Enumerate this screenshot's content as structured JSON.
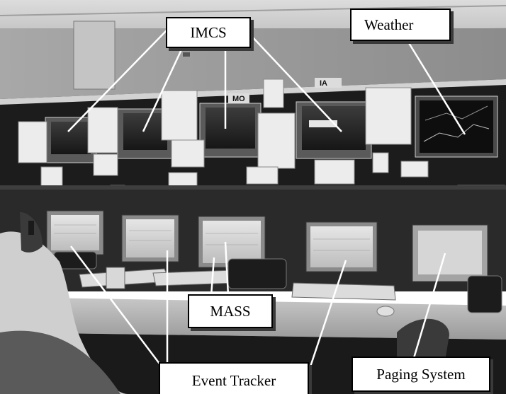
{
  "labels": {
    "imcs": "IMCS",
    "weather": "Weather",
    "mass": "MASS",
    "event_tracker": "Event Tracker",
    "paging_system": "Paging System"
  },
  "station_signs": {
    "sign_1": "IA",
    "sign_2": "MO"
  },
  "colors": {
    "callout_fill": "#ffffff",
    "callout_border": "#000000",
    "leader_line": "#ffffff"
  }
}
